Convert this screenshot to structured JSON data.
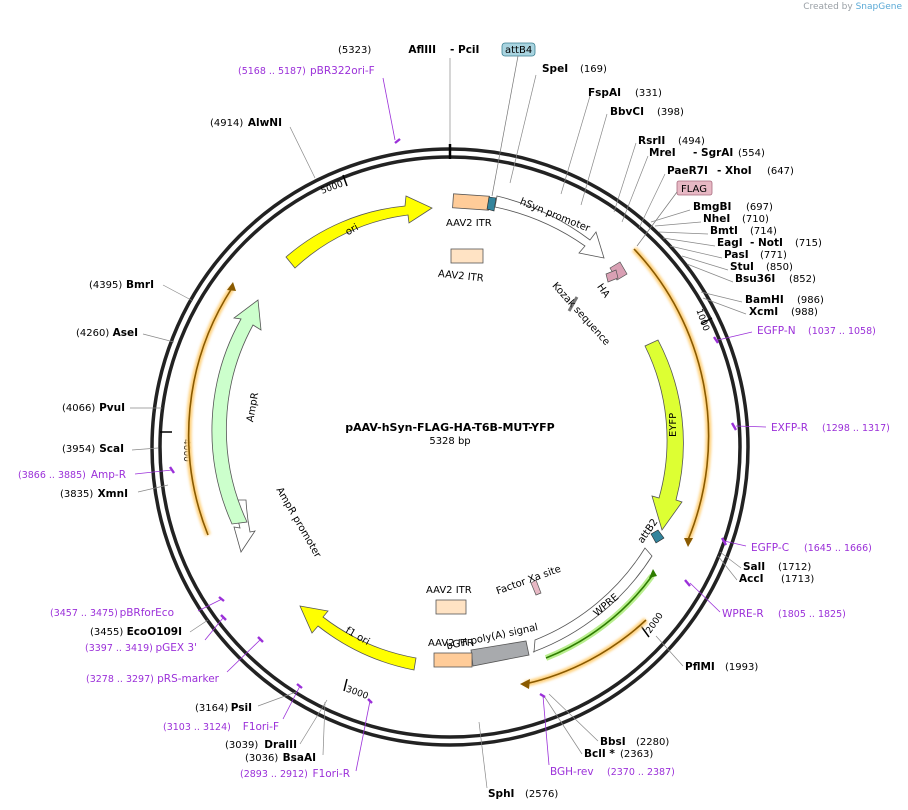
{
  "watermark": {
    "prefix": "Created by",
    "name": "SnapGene"
  },
  "plasmid": {
    "name": "pAAV-hSyn-FLAG-HA-T6B-MUT-YFP",
    "length": 5328,
    "length_label": "5328 bp"
  },
  "colors": {
    "site": "#000000",
    "primer": "#9b30d9",
    "backbone": "#222222",
    "ori": "#ffff00",
    "itr": "#ffd3a6",
    "promoter": "#ffffff",
    "amp": "#ccffcc",
    "eyfp": "#ddff33",
    "orange_bar": "#ff9900",
    "green_bar": "#66cc33",
    "att": "#33849c",
    "tag": "#e7b8c4",
    "polya": "#a8aaad"
  },
  "ticks": [
    {
      "pos": 1000,
      "label": "1000"
    },
    {
      "pos": 2000,
      "label": "2000"
    },
    {
      "pos": 3000,
      "label": "3000"
    },
    {
      "pos": 4000,
      "label": "4000"
    },
    {
      "pos": 5000,
      "label": "5000"
    }
  ],
  "sites": [
    {
      "name": "AflIII",
      "name2": "PciI",
      "coord": "(5323)"
    },
    {
      "name": "SpeI",
      "coord": "(169)"
    },
    {
      "name": "FspAI",
      "coord": "(331)"
    },
    {
      "name": "BbvCI",
      "coord": "(398)"
    },
    {
      "name": "RsrII",
      "coord": "(494)"
    },
    {
      "name": "MreI",
      "name2": "SgrAI",
      "coord": "(554)"
    },
    {
      "name": "PaeR7I",
      "name2": "XhoI",
      "coord": "(647)"
    },
    {
      "name": "BmgBI",
      "coord": "(697)"
    },
    {
      "name": "NheI",
      "coord": "(710)"
    },
    {
      "name": "BmtI",
      "coord": "(714)"
    },
    {
      "name": "EagI",
      "name2": "NotI",
      "coord": "(715)"
    },
    {
      "name": "PasI",
      "coord": "(771)"
    },
    {
      "name": "StuI",
      "coord": "(850)"
    },
    {
      "name": "Bsu36I",
      "coord": "(852)"
    },
    {
      "name": "BamHI",
      "coord": "(986)"
    },
    {
      "name": "XcmI",
      "coord": "(988)"
    },
    {
      "name": "SalI",
      "coord": "(1712)"
    },
    {
      "name": "AccI",
      "coord": "(1713)"
    },
    {
      "name": "PflMI",
      "coord": "(1993)"
    },
    {
      "name": "BbsI",
      "coord": "(2280)"
    },
    {
      "name": "BclI *",
      "coord": "(2363)"
    },
    {
      "name": "SphI",
      "coord": "(2576)"
    },
    {
      "name": "BsaAI",
      "coord": "(3036)"
    },
    {
      "name": "DraIII",
      "coord": "(3039)"
    },
    {
      "name": "PsiI",
      "coord": "(3164)"
    },
    {
      "name": "EcoO109I",
      "coord": "(3455)"
    },
    {
      "name": "XmnI",
      "coord": "(3835)"
    },
    {
      "name": "ScaI",
      "coord": "(3954)"
    },
    {
      "name": "PvuI",
      "coord": "(4066)"
    },
    {
      "name": "AseI",
      "coord": "(4260)"
    },
    {
      "name": "BmrI",
      "coord": "(4395)"
    },
    {
      "name": "AlwNI",
      "coord": "(4914)"
    }
  ],
  "primers": [
    {
      "name": "pBR322ori-F",
      "coord": "(5168 .. 5187)"
    },
    {
      "name": "EGFP-N",
      "coord": "(1037 .. 1058)"
    },
    {
      "name": "EXFP-R",
      "coord": "(1298 .. 1317)"
    },
    {
      "name": "EGFP-C",
      "coord": "(1645 .. 1666)"
    },
    {
      "name": "WPRE-R",
      "coord": "(1805 .. 1825)"
    },
    {
      "name": "BGH-rev",
      "coord": "(2370 .. 2387)"
    },
    {
      "name": "F1ori-R",
      "coord": "(2893 .. 2912)"
    },
    {
      "name": "F1ori-F",
      "coord": "(3103 .. 3124)"
    },
    {
      "name": "pRS-marker",
      "coord": "(3278 .. 3297)"
    },
    {
      "name": "pGEX 3'",
      "coord": "(3397 .. 3419)"
    },
    {
      "name": "pBRforEco",
      "coord": "(3457 .. 3475)"
    },
    {
      "name": "Amp-R",
      "coord": "(3866 .. 3885)"
    }
  ],
  "features": [
    {
      "label": "attB4"
    },
    {
      "label": "FLAG"
    },
    {
      "label": "hSyn promoter"
    },
    {
      "label": "HA"
    },
    {
      "label": "Kozak sequence"
    },
    {
      "label": "EYFP"
    },
    {
      "label": "attB2"
    },
    {
      "label": "WPRE"
    },
    {
      "label": "Factor Xa site"
    },
    {
      "label": "bGH poly(A) signal"
    },
    {
      "label": "AAV2 ITR"
    },
    {
      "label": "f1 ori"
    },
    {
      "label": "AmpR promoter"
    },
    {
      "label": "AmpR"
    },
    {
      "label": "ori"
    }
  ]
}
